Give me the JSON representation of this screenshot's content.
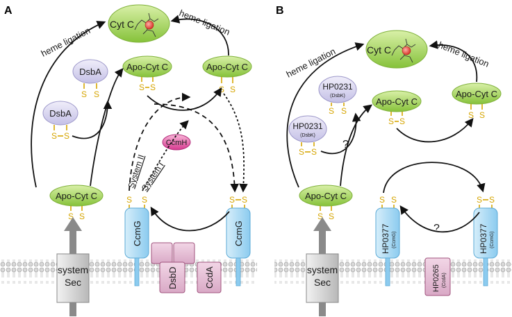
{
  "panel_a": {
    "label": "A",
    "cytc": "Cyt C",
    "heme_left": "heme ligation",
    "heme_right": "heme ligation",
    "dsba_top": "DsbA",
    "dsba_bottom": "DsbA",
    "apo_top_left": "Apo-Cyt C",
    "apo_top_right": "Apo-Cyt C",
    "apo_bottom": "Apo-Cyt C",
    "ccmh": "CcmH",
    "system_ii": "System II",
    "system_i": "System I",
    "ccmg_left": "CcmG",
    "ccmg_right": "CcmG",
    "dsbd": "DsbD",
    "ccda": "CcdA",
    "sec_line1": "system",
    "sec_line2": "Sec"
  },
  "panel_b": {
    "label": "B",
    "cytc": "Cyt C",
    "heme_left": "heme ligation",
    "heme_right": "heme ligation",
    "hp0231_top": "HP0231",
    "hp0231_top_sub": "(DsbK)",
    "hp0231_bottom": "HP0231",
    "hp0231_bottom_sub": "(DsbK)",
    "apo_top_left": "Apo-Cyt C",
    "apo_top_right": "Apo-Cyt C",
    "apo_bottom": "Apo-Cyt C",
    "question_left": "?",
    "question_right": "?",
    "hp0377_left": "HP0377",
    "hp0377_left_sub": "(CcmG)",
    "hp0377_right": "HP0377",
    "hp0377_right_sub": "(CcmG)",
    "hp0265": "HP0265",
    "hp0265_sub": "(CcdA)",
    "sec_line1": "system",
    "sec_line2": "Sec"
  },
  "sulfur": "S",
  "colors": {
    "green": "#a6d65a",
    "lavender": "#d6d3ee",
    "pink": "#e64ba0",
    "blue": "#a7d8f2",
    "membrane": "#c8c8c8",
    "sulfur": "#d6a500"
  }
}
